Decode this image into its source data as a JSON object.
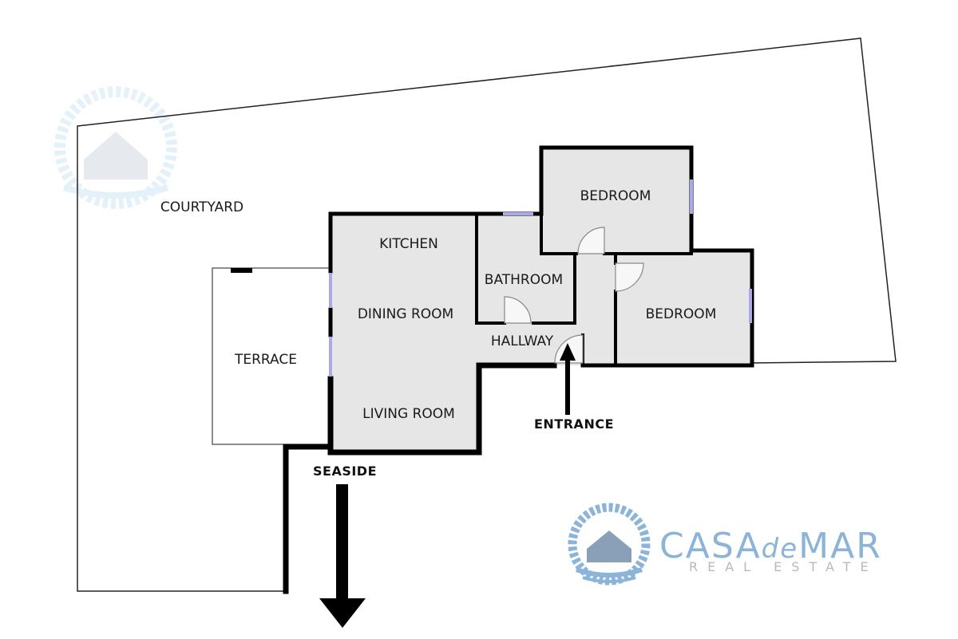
{
  "rooms": {
    "courtyard": "COURTYARD",
    "kitchen": "KITCHEN",
    "bedroom_top": "BEDROOM",
    "bathroom": "BATHROOM",
    "dining_room": "DINING ROOM",
    "bedroom_right": "BEDROOM",
    "hallway": "HALLWAY",
    "terrace": "TERRACE",
    "living_room": "LIVING ROOM"
  },
  "directions": {
    "entrance": "ENTRANCE",
    "seaside": "SEASIDE"
  },
  "brand": {
    "casa": "CASA",
    "de": "de",
    "mar": "MAR",
    "tagline": "REAL ESTATE",
    "color_primary": "#8bb4d8",
    "color_secondary": "#b9b9b9"
  },
  "colors": {
    "room_fill": "#e6e6e6",
    "wall": "#000000",
    "window": "#a9a9e6"
  }
}
